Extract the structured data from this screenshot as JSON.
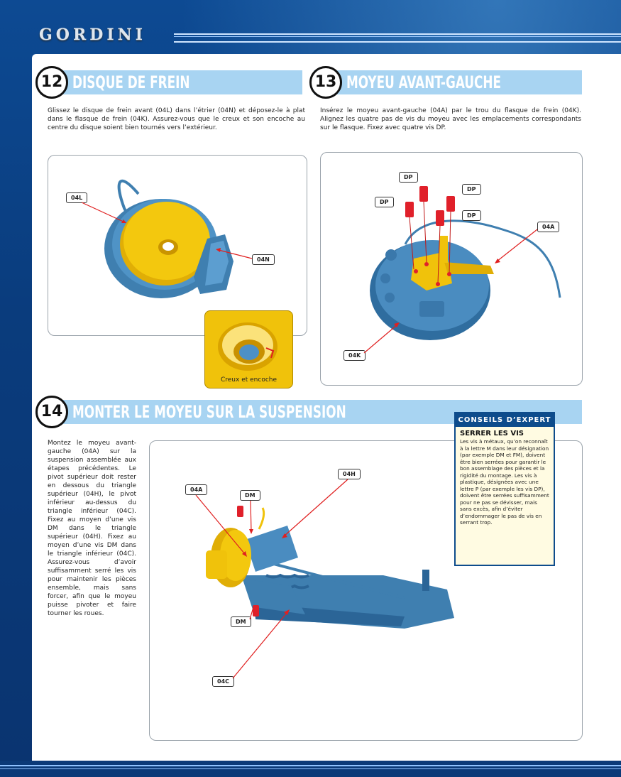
{
  "header": {
    "logo": "GORDINI"
  },
  "step12": {
    "number": "12",
    "title": "DISQUE DE FREIN",
    "text": "Glissez le disque de frein avant (04L) dans l’étrier (04N) et déposez-le à plat dans le flasque de frein (04K). Assurez-vous que le creux et son encoche au centre du disque soient bien tournés vers l’extérieur.",
    "labels": {
      "disc": "04L",
      "caliper": "04N"
    },
    "inset_caption": "Creux et encoche"
  },
  "step13": {
    "number": "13",
    "title": "MOYEU AVANT-GAUCHE",
    "text": "Insérez le moyeu avant-gauche (04A) par le trou du flasque de frein (04K). Alignez les quatre pas de vis du moyeu avec les emplacements correspondants sur le flasque. Fixez avec quatre vis DP.",
    "labels": {
      "dp1": "DP",
      "dp2": "DP",
      "dp3": "DP",
      "dp4": "DP",
      "hub": "04A",
      "backplate": "04K"
    }
  },
  "step14": {
    "number": "14",
    "title": "MONTER LE MOYEU SUR LA SUSPENSION",
    "text": "Montez le moyeu avant-gauche (04A) sur la suspension assemblée aux étapes précédentes. Le pivot supérieur doit rester en dessous du triangle supérieur (04H), le pivot inférieur au-dessus du triangle inférieur (04C). Fixez au moyen d’une vis DM dans le triangle supérieur (04H). Fixez au moyen d’une vis DM dans le triangle inférieur (04C). Assurez-vous d’avoir suffisamment serré les vis pour maintenir les pièces ensemble, mais sans forcer, afin que le moyeu puisse pivoter et faire tourner les roues.",
    "labels": {
      "hub": "04A",
      "dm_top": "DM",
      "upper_arm": "04H",
      "dm_bottom": "DM",
      "lower_arm": "04C"
    }
  },
  "expert": {
    "heading": "CONSEILS D’EXPERT",
    "title": "SERRER LES VIS",
    "text": "Les vis à métaux, qu’on reconnaît à la lettre M dans leur désignation (par exemple DM et FM), doivent être bien serrées pour garantir le bon assemblage des pièces et la rigidité du montage. Les vis à plastique, désignées avec une lettre P (par exemple les vis DP), doivent être serrées suffisamment pour ne pas se dévisser, mais sans excès, afin d’éviter d’endommager le pas de vis en serrant trop."
  },
  "colors": {
    "part_blue": "#3f7fb0",
    "part_yellow": "#f0c20b",
    "screw_red": "#e0202a",
    "header_blue": "#a8d4f2",
    "leader_red": "#e02020"
  }
}
